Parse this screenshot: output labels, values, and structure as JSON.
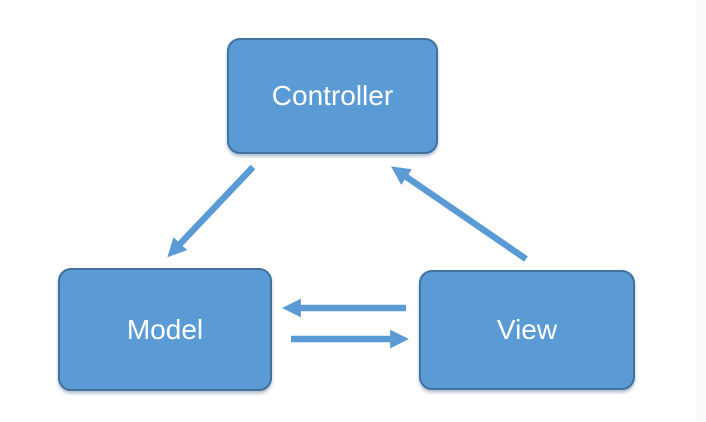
{
  "diagram": {
    "type": "mvc-pattern",
    "nodes": [
      {
        "id": "controller",
        "label": "Controller"
      },
      {
        "id": "model",
        "label": "Model"
      },
      {
        "id": "view",
        "label": "View"
      }
    ],
    "edges": [
      {
        "from": "controller",
        "to": "model",
        "direction": "one-way"
      },
      {
        "from": "view",
        "to": "controller",
        "direction": "one-way"
      },
      {
        "from": "view",
        "to": "model",
        "direction": "one-way"
      },
      {
        "from": "model",
        "to": "view",
        "direction": "one-way"
      }
    ],
    "colors": {
      "node_fill": "#5B9BD5",
      "node_border": "#41719C",
      "arrow": "#5B9BD5",
      "label": "#FFFFFF",
      "background": "#FFFFFF"
    }
  }
}
